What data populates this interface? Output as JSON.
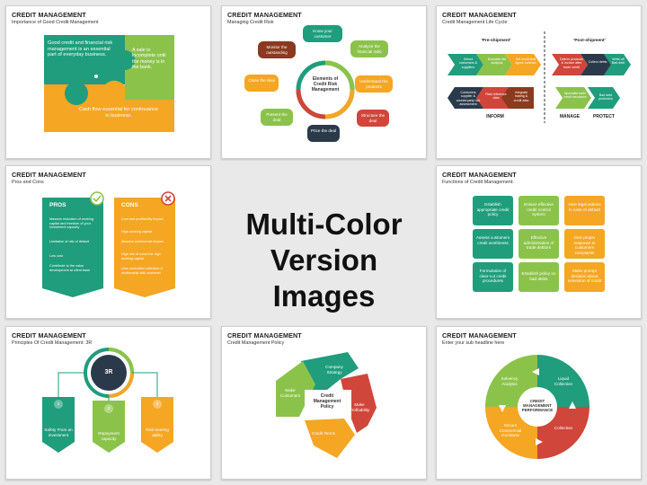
{
  "center": {
    "line1": "Multi-Color",
    "line2": "Version Images"
  },
  "slides": [
    {
      "title": "CREDIT MANAGEMENT",
      "subtitle": "Importance of Good Credit Management",
      "texts": [
        "Good credit and financial risk management is an essential part of everyday business.",
        "A sale is incomplete until the money is in the bank.",
        "Cash flow essential for continuance in business."
      ]
    },
    {
      "title": "CREDIT MANAGEMENT",
      "subtitle": "Managing Credit Risk",
      "center": "Elements of Credit Risk Management",
      "nodes": [
        "Know your customer",
        "Monitor the outstanding",
        "Analyze the financial ratio",
        "Close the deal",
        "Understand the products",
        "Present the deal",
        "Structure the deal",
        "Price the deal"
      ]
    },
    {
      "title": "CREDIT MANAGEMENT",
      "subtitle": "Credit Management Life Cycle",
      "pre": "'Pre-shipment'",
      "post": "'Post-shipment'",
      "labels": [
        "INFORM",
        "MANAGE",
        "PROTECT"
      ],
      "arrows": [
        "Select customers & suppliers",
        "Evaluate risk analysis",
        "Set credit limit agree contract",
        "Deliver products & invoice after trade credit",
        "Collect debts",
        "Write-off Bad debt",
        "Customers supplier & counterparty risk assessment",
        "Risk reference data",
        "Integrate trading & credit data",
        "Specialist trade credit insurance",
        "Bad debt protection"
      ]
    },
    {
      "title": "CREDIT MANAGEMENT",
      "subtitle": "Pros and Cons",
      "pros": {
        "heading": "PROS",
        "items": [
          "Massive reduction of working capital and freedom of your investment capacity",
          "Limitation of risk of default",
          "Low cost",
          "Contribute to the value development at client base"
        ]
      },
      "cons": {
        "heading": "CONS",
        "items": [
          "Cost and profitability impact",
          "High working capital",
          "Massive commercial impact",
          "High risk of count the high working capital",
          "Less controlled collection & relationship with customer"
        ]
      }
    },
    {
      "title": "CREDIT MANAGEMENT",
      "subtitle": "Functions of Credit Management:",
      "cells": [
        "Establish appropriate credit policy",
        "Ensure effective credit control system",
        "Give legal actions in case of default",
        "Assess customers credit worthiness",
        "Effective administration of trade debtors",
        "Give proper response to customers complaints",
        "Formulation of clear-cut credit procedures",
        "Establish policy on bad debts",
        "Make prompt decision about extension of credit"
      ]
    },
    {
      "title": "CREDIT MANAGEMENT",
      "subtitle": "Principles Of Credit Management: 3R",
      "center": "3R",
      "nums": [
        "1",
        "2",
        "3"
      ],
      "items": [
        "Safety From an investment",
        "Repayment capacity",
        "Risk bearing ability"
      ]
    },
    {
      "title": "CREDIT MANAGEMENT",
      "subtitle": "Credit Management Policy",
      "center": "Credit Management Policy",
      "items": [
        "Company Strategy",
        "Make Profitability",
        "Credit Terms",
        "Make Customers"
      ]
    },
    {
      "title": "CREDIT MANAGEMENT",
      "subtitle": "Enter your sub headline here",
      "center": "CREDIT MANAGEMENT PERFORMANCE",
      "items": [
        "Solvency Analysis",
        "Liquid Collection",
        "Secure Commercial Contracts",
        "Collection"
      ]
    }
  ],
  "colors": {
    "teal": "#1f9d7c",
    "green": "#8bc34a",
    "orange": "#f5a623",
    "red": "#d0463a",
    "navy": "#2b3a4a",
    "brown": "#8b3a1f"
  }
}
